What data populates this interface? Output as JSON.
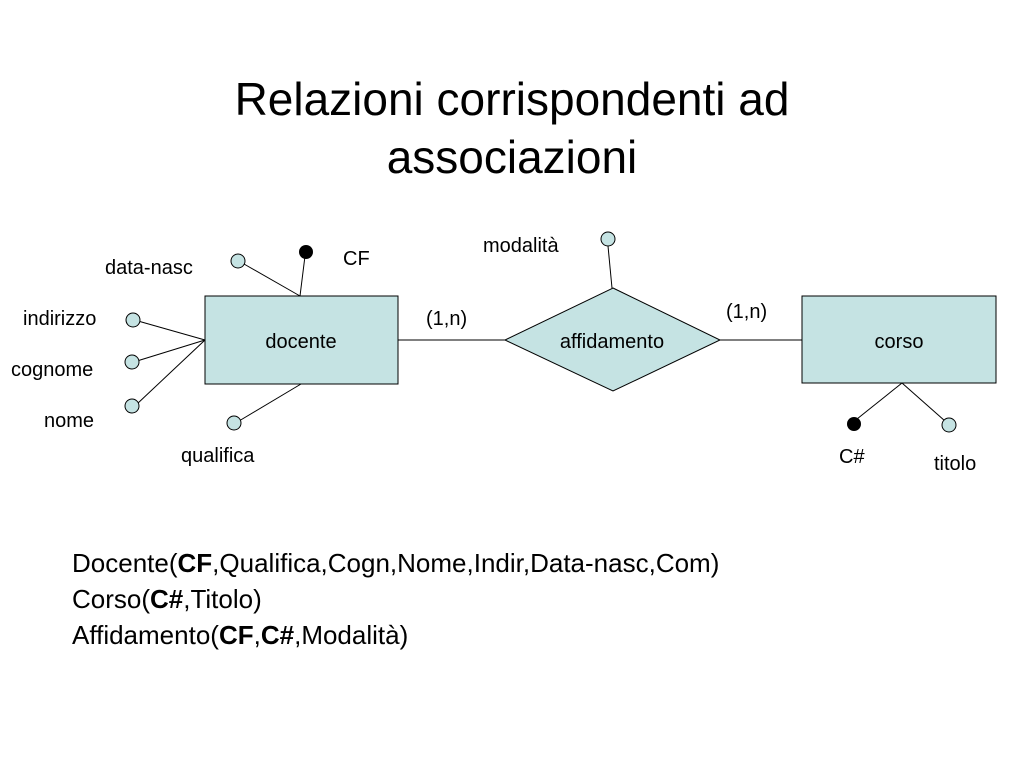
{
  "title": {
    "line1": "Relazioni corrispondenti ad",
    "line2": "associazioni"
  },
  "diagram": {
    "entities": {
      "docente": "docente",
      "corso": "corso"
    },
    "relationship": "affidamento",
    "cardinalities": {
      "docente_side": "(1,n)",
      "corso_side": "(1,n)"
    },
    "attributes": {
      "data_nasc": "data-nasc",
      "cf": "CF",
      "indirizzo": "indirizzo",
      "cognome": "cognome",
      "nome": "nome",
      "qualifica": "qualifica",
      "modalita": "modalità",
      "c_hash": "C#",
      "titolo": "titolo"
    },
    "colors": {
      "box_fill": "#c5e3e3",
      "attribute_fill": "#c5e3e3",
      "key_fill": "#000000",
      "stroke": "#000000"
    }
  },
  "relations": [
    {
      "name": "Docente(",
      "keys": [
        "CF"
      ],
      "rest": ",Qualifica,Cogn,Nome,Indir,Data-nasc,Com)"
    },
    {
      "name": "Corso(",
      "keys": [
        "C#"
      ],
      "rest": ",Titolo)"
    },
    {
      "name": "Affidamento(",
      "keys": [
        "CF",
        "C#"
      ],
      "rest": ",Modalità)"
    }
  ]
}
